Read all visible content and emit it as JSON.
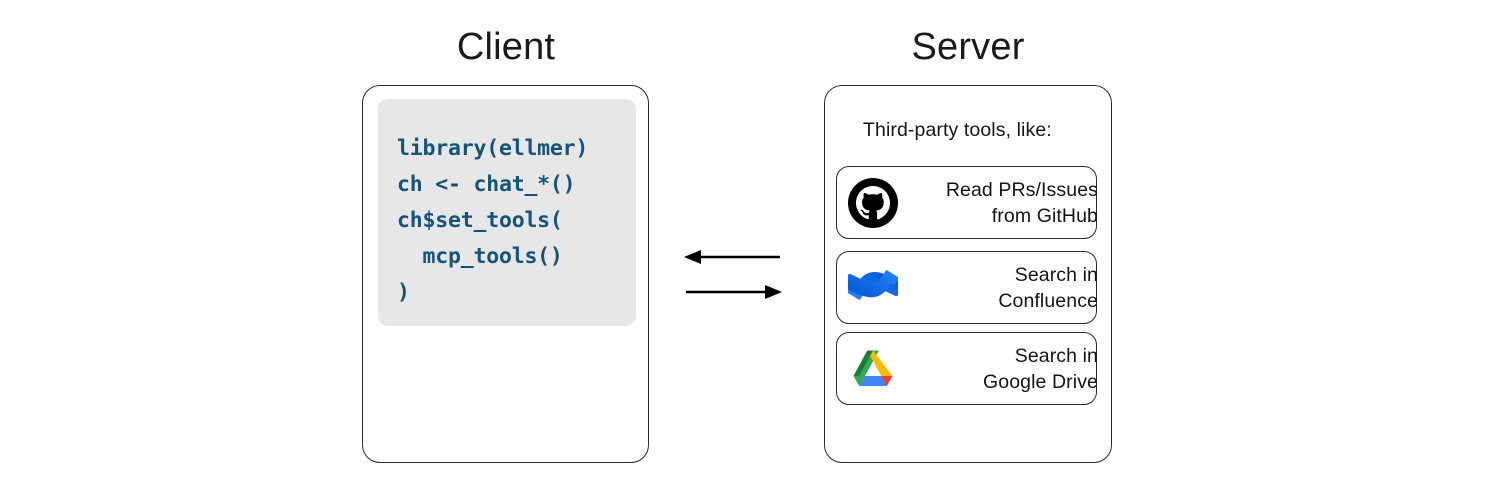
{
  "diagram": {
    "background_color": "#ffffff",
    "stroke_color": "#2b2b2b"
  },
  "client": {
    "title": "Client",
    "code_block": {
      "background_color": "#e7e7e7",
      "text_color": "#16537a",
      "lines": [
        "library(ellmer)",
        "ch <- chat_*()",
        "ch$set_tools(",
        "  mcp_tools()",
        ")"
      ]
    }
  },
  "connection": {
    "arrow_color": "#000000",
    "arrows": [
      {
        "name": "server-to-client-arrow",
        "direction": "left"
      },
      {
        "name": "client-to-server-arrow",
        "direction": "right"
      }
    ]
  },
  "server": {
    "title": "Server",
    "caption": "Third-party tools, like:",
    "tools": [
      {
        "icon": "github-icon",
        "icon_color": "#000000",
        "label_lines": [
          "Read PRs/Issues",
          "from GitHub"
        ]
      },
      {
        "icon": "confluence-icon",
        "icon_color": "#2684FF",
        "label_lines": [
          "Search in",
          "Confluence"
        ]
      },
      {
        "icon": "google-drive-icon",
        "icon_color": "#FBBC04",
        "label_lines": [
          "Search in",
          "Google Drive"
        ]
      }
    ]
  }
}
